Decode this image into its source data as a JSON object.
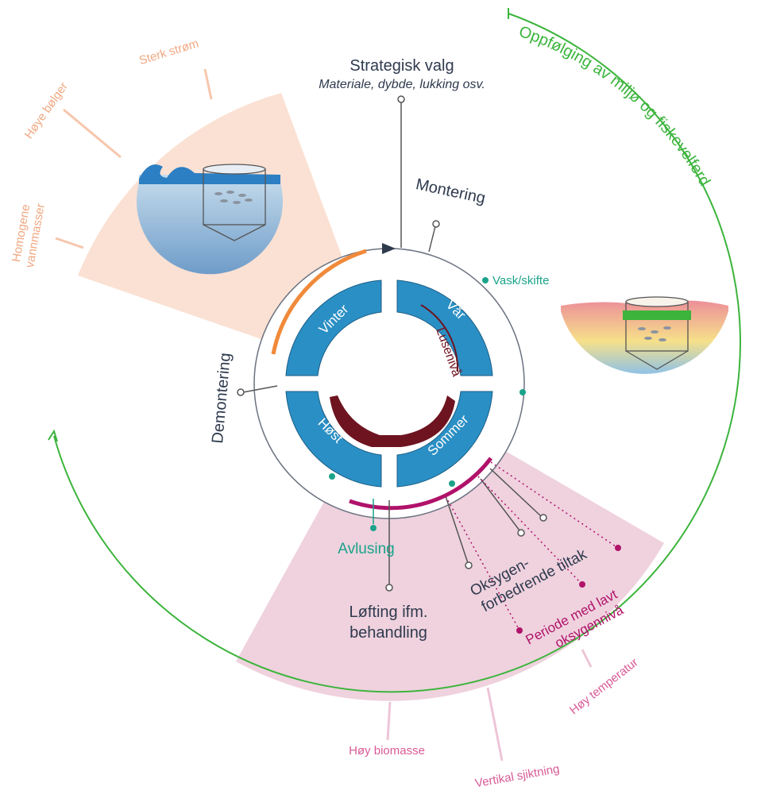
{
  "colors": {
    "accent_green": "#3cb43c",
    "teal": "#1aa38a",
    "season_blue": "#2a8fc4",
    "lice_dark_red": "#6e1420",
    "orange_zone": "#fbe1d3",
    "pink_zone": "#efd2de",
    "magenta": "#b0126a",
    "orange_line": "#f08a3a"
  },
  "top": {
    "strategic_title": "Strategisk valg",
    "strategic_subtitle": "Materiale, dybde, lukking osv.",
    "mounting": "Montering",
    "washing": "Vask/skifte",
    "dismantling": "Demontering"
  },
  "outer_arc_label": "Oppfølging av miljø og fiskevelferd",
  "orange_zone": {
    "labels": [
      "Sterk strøm",
      "Høye bølger",
      "Homogene vannmasser"
    ]
  },
  "seasons": {
    "winter": "Vinter",
    "spring": "Vår",
    "summer": "Sommer",
    "autumn": "Høst"
  },
  "lice_label": "Lusenivå",
  "pink_zone": {
    "delousing": "Avlusing",
    "lifting_line1": "Løfting ifm.",
    "lifting_line2": "behandling",
    "oxygen_line1": "Oksygen-",
    "oxygen_line2": "forbedrende tiltak",
    "low_oxygen_line1": "Periode med lavt",
    "low_oxygen_line2": "oksygennivå",
    "factors": [
      "Høy biomasse",
      "Vertikal sjiktning",
      "Høy temperatur"
    ]
  },
  "icons": [
    "wave-cage-icon",
    "temperature-cage-icon"
  ]
}
